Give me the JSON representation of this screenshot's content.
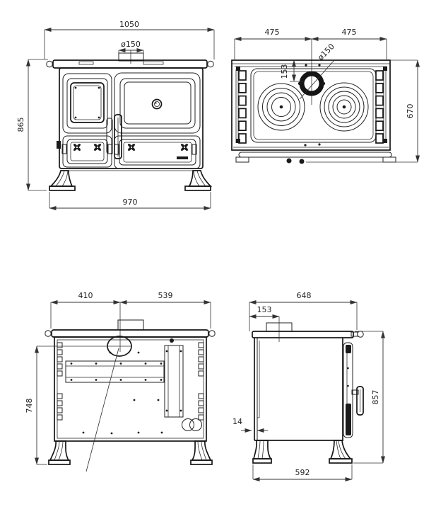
{
  "drawing": {
    "subject": "wood-burning cooker stove, four orthographic views",
    "units": "mm"
  },
  "views": {
    "front": {
      "overall_width": "1050",
      "flue_diameter": "ø150",
      "overall_height": "865",
      "base_width": "970"
    },
    "top": {
      "left_half": "475",
      "right_half": "475",
      "flue_diameter": "ø150",
      "flue_offset": "153",
      "depth": "670"
    },
    "rear": {
      "flue_from_left": "410",
      "flue_from_right": "539",
      "flue_height": "748"
    },
    "side": {
      "overall_depth": "648",
      "flue_from_back": "153",
      "overall_height": "857",
      "shield_gap": "14",
      "base_depth": "592"
    }
  }
}
